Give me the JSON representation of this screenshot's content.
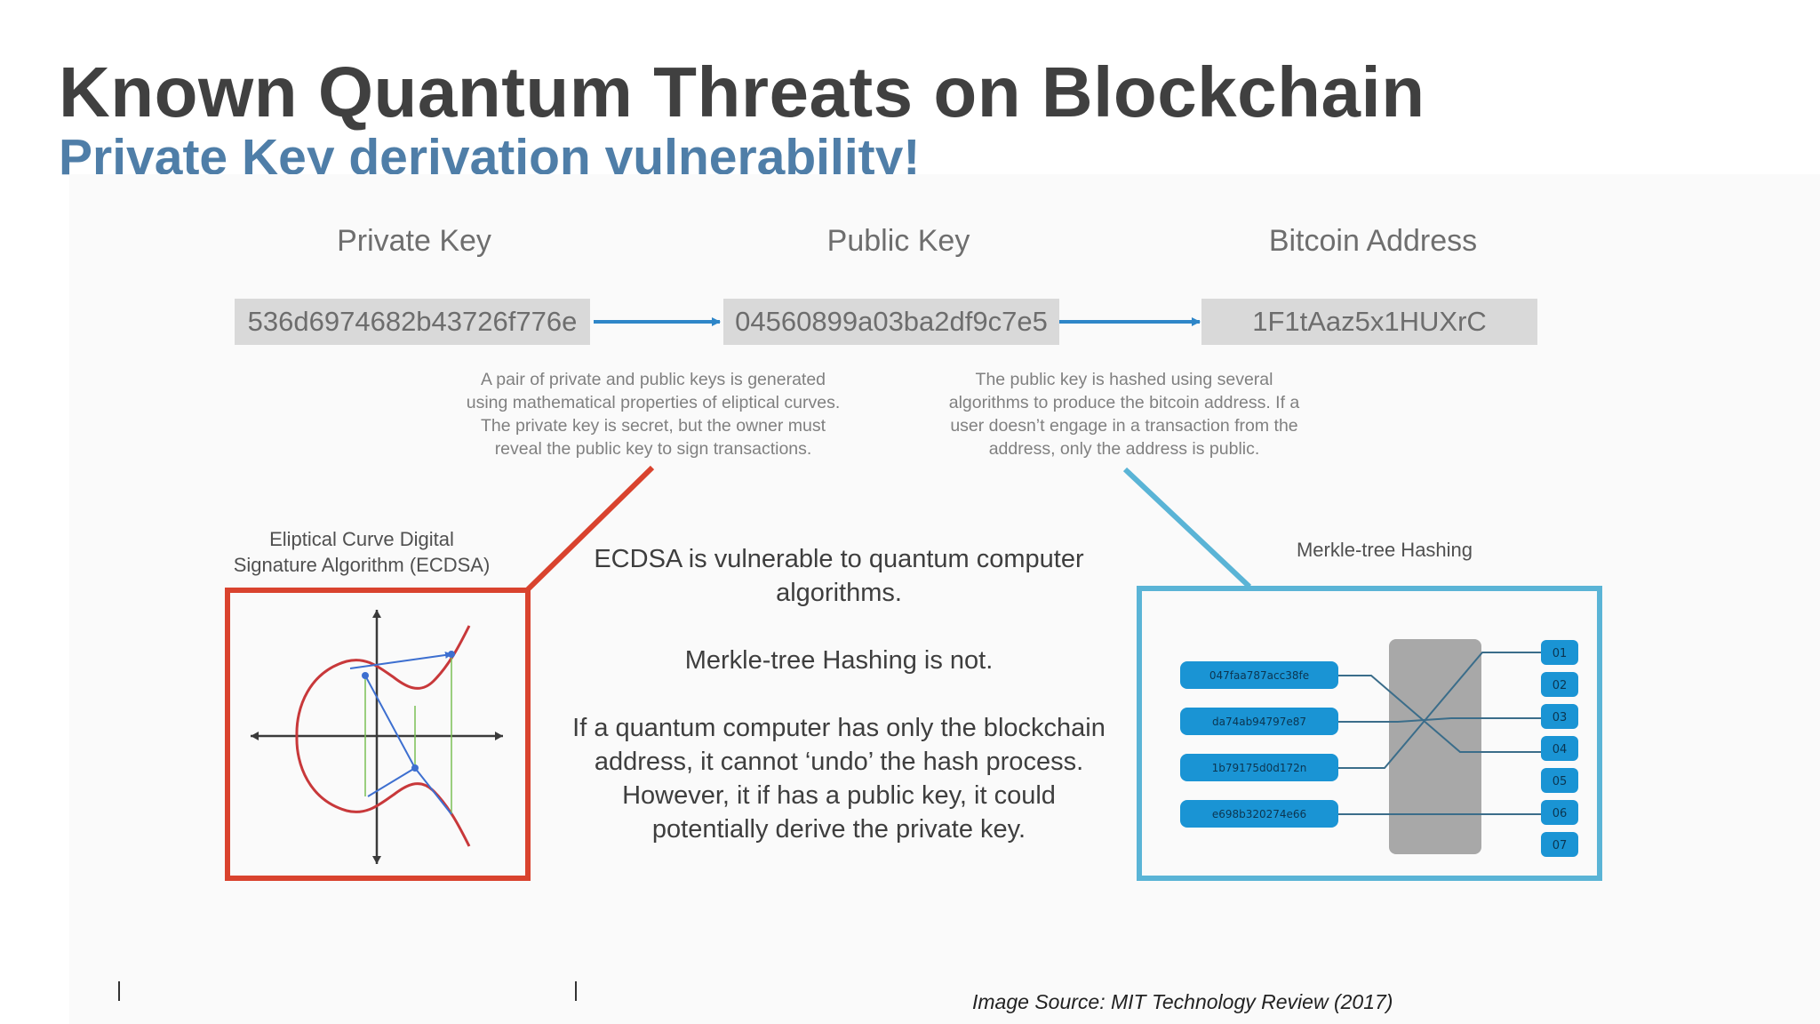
{
  "slide": {
    "title": "Known Quantum Threats on Blockchain",
    "subtitle": "Private Key derivation vulnerability!",
    "source": "Image Source: MIT Technology Review (2017)"
  },
  "figure": {
    "columns": {
      "private_key_label": "Private Key",
      "public_key_label": "Public Key",
      "address_label": "Bitcoin Address"
    },
    "values": {
      "private_key": "536d6974682b43726f776e",
      "public_key": "04560899a03ba2df9c7e5",
      "address": "1F1tAaz5x1HUXrC"
    },
    "captions": {
      "keypair": "A pair of private and public keys is generated using mathematical properties of eliptical curves. The private key is secret, but the owner must reveal the public key to sign transactions.",
      "hash": "The public key is hashed using several algorithms to produce the bitcoin address. If a user doesn’t engage in a transaction from the address, only the address is public."
    },
    "ecdsa_label": "Eliptical Curve Digital Signature Algorithm (ECDSA)",
    "merkle_label": "Merkle-tree Hashing",
    "center": {
      "p1": "ECDSA is vulnerable to quantum computer algorithms.",
      "p2": "Merkle-tree Hashing is not.",
      "p3": "If a quantum computer has only the blockchain address, it cannot ‘undo’ the hash process. However, it if has a public key, it could potentially derive the private key."
    },
    "merkle": {
      "hashes": [
        "047faa787acc38fe",
        "da74ab94797e87",
        "1b79175d0d172n",
        "e698b320274e66"
      ],
      "outputs": [
        "01",
        "02",
        "03",
        "04",
        "05",
        "06",
        "07"
      ]
    },
    "colors": {
      "arrow": "#2e86c8",
      "ecdsa_frame": "#d9432e",
      "merkle_frame": "#5ab4d6",
      "hash_pill": "#1a94d4",
      "curve": "#c8383a"
    }
  }
}
